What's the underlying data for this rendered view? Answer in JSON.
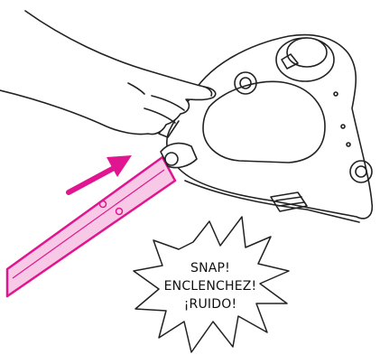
{
  "colors": {
    "line": "#222222",
    "pole_fill": "#f7c9e6",
    "pole_stroke": "#e0158f",
    "arrow": "#e0158f",
    "background": "#ffffff"
  },
  "callout": {
    "line1": "SNAP!",
    "line2": "ENCLENCHEZ!",
    "line3": "¡RUIDO!"
  }
}
